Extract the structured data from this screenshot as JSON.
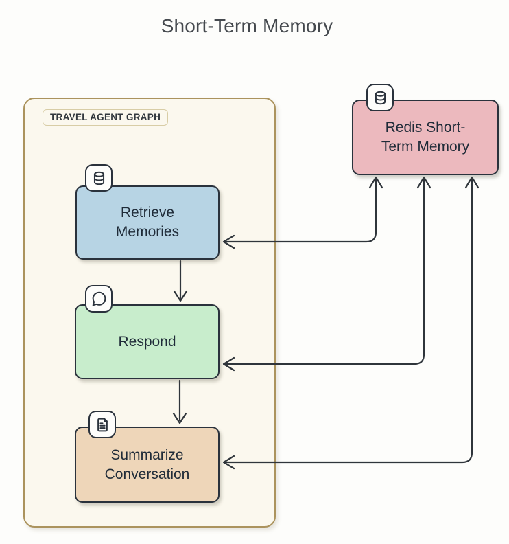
{
  "title": "Short-Term Memory",
  "container": {
    "label": "TRAVEL AGENT GRAPH",
    "fill": "#fbf8ee",
    "border_color": "#ab935d"
  },
  "nodes": {
    "retrieve": {
      "label": "Retrieve Memories",
      "icon": "database-icon",
      "fill": "#b7d4e4"
    },
    "respond": {
      "label": "Respond",
      "icon": "chat-bubble-icon",
      "fill": "#c8edcc"
    },
    "summarize": {
      "label": "Summarize Conversation",
      "icon": "document-icon",
      "fill": "#eed6b9"
    },
    "redis": {
      "label": "Redis Short-Term Memory",
      "icon": "database-icon",
      "fill": "#ecb9be"
    }
  },
  "edges": [
    {
      "from": "retrieve",
      "to": "respond",
      "direction": "down"
    },
    {
      "from": "respond",
      "to": "summarize",
      "direction": "down"
    },
    {
      "from": "retrieve",
      "to": "redis",
      "bidirectional": true
    },
    {
      "from": "respond",
      "to": "redis",
      "bidirectional": true
    },
    {
      "from": "summarize",
      "to": "redis",
      "bidirectional": true
    }
  ],
  "colors": {
    "background": "#fdfdfb",
    "node_border": "#2a323c",
    "arrow": "#2f353b",
    "node_text": "#1f2b38",
    "title_text": "#45494e"
  }
}
